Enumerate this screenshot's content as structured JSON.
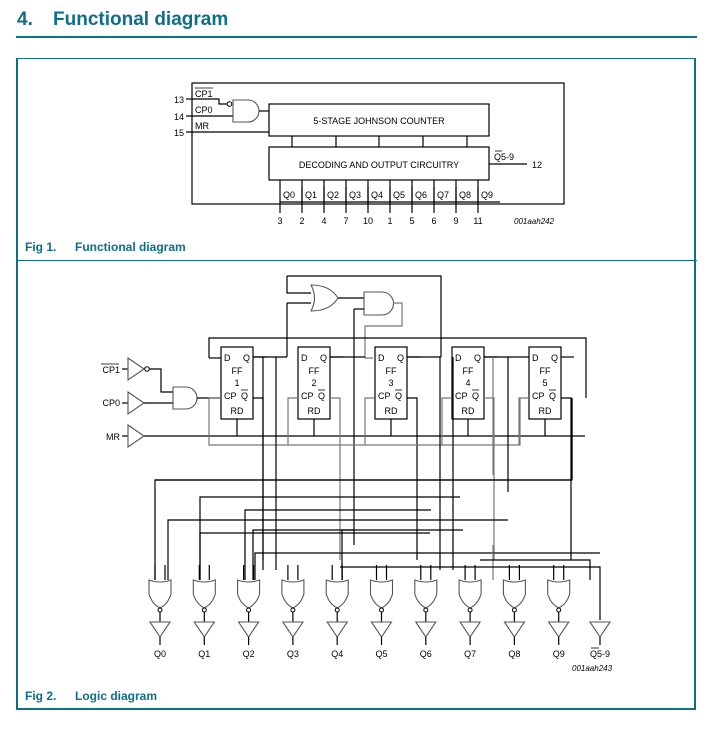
{
  "section": {
    "number": "4.",
    "title": "Functional diagram"
  },
  "fig1": {
    "label": "Fig 1.",
    "caption": "Functional diagram",
    "counter_label": "5-STAGE JOHNSON COUNTER",
    "decoder_label": "DECODING AND OUTPUT CIRCUITRY",
    "inputs": [
      {
        "pin": "13",
        "name": "CP1",
        "overbar": true
      },
      {
        "pin": "14",
        "name": "CP0",
        "overbar": false
      },
      {
        "pin": "15",
        "name": "MR",
        "overbar": false
      }
    ],
    "carry_out": {
      "name": "Q5-9",
      "pin": "12",
      "overbar": true
    },
    "outputs": [
      {
        "name": "Q0",
        "pin": "3"
      },
      {
        "name": "Q1",
        "pin": "2"
      },
      {
        "name": "Q2",
        "pin": "4"
      },
      {
        "name": "Q3",
        "pin": "7"
      },
      {
        "name": "Q4",
        "pin": "10"
      },
      {
        "name": "Q5",
        "pin": "1"
      },
      {
        "name": "Q6",
        "pin": "5"
      },
      {
        "name": "Q7",
        "pin": "6"
      },
      {
        "name": "Q8",
        "pin": "9"
      },
      {
        "name": "Q9",
        "pin": "11"
      }
    ],
    "drawing_code": "001aah242"
  },
  "fig2": {
    "label": "Fig 2.",
    "caption": "Logic diagram",
    "inputs": [
      {
        "name": "CP1",
        "overbar": true
      },
      {
        "name": "CP0",
        "overbar": false
      },
      {
        "name": "MR",
        "overbar": false
      }
    ],
    "flipflops": [
      {
        "d": "D",
        "q": "Q",
        "type": "FF",
        "index": "1",
        "cp": "CP",
        "qbar": "Q",
        "rd": "RD"
      },
      {
        "d": "D",
        "q": "Q",
        "type": "FF",
        "index": "2",
        "cp": "CP",
        "qbar": "Q",
        "rd": "RD"
      },
      {
        "d": "D",
        "q": "Q",
        "type": "FF",
        "index": "3",
        "cp": "CP",
        "qbar": "Q",
        "rd": "RD"
      },
      {
        "d": "D",
        "q": "Q",
        "type": "FF",
        "index": "4",
        "cp": "CP",
        "qbar": "Q",
        "rd": "RD"
      },
      {
        "d": "D",
        "q": "Q",
        "type": "FF",
        "index": "5",
        "cp": "CP",
        "qbar": "Q",
        "rd": "RD"
      }
    ],
    "outputs": [
      "Q0",
      "Q1",
      "Q2",
      "Q3",
      "Q4",
      "Q5",
      "Q6",
      "Q7",
      "Q8",
      "Q9"
    ],
    "carry_out": {
      "name": "Q5-9",
      "overbar": true
    },
    "drawing_code": "001aah243"
  }
}
